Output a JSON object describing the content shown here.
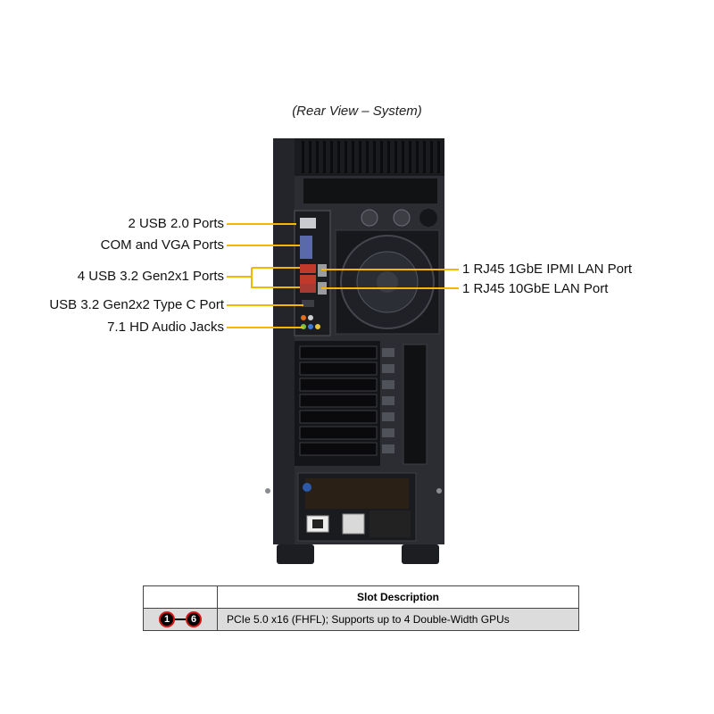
{
  "caption": "(Rear View – System)",
  "callouts_left": [
    {
      "label": "2 USB 2.0 Ports"
    },
    {
      "label": "COM and VGA Ports"
    },
    {
      "label": "4 USB 3.2 Gen2x1  Ports"
    },
    {
      "label": "USB 3.2 Gen2x2  Type  C Port"
    },
    {
      "label": "7.1 HD Audio Jacks"
    }
  ],
  "callouts_right": [
    {
      "label": "1 RJ45  1GbE IPMI  LAN Port"
    },
    {
      "label": "1 RJ45  10GbE LAN Port"
    }
  ],
  "callout_color": "#f2b800",
  "table": {
    "header": "Slot Description",
    "rows": [
      {
        "badge_start": "1",
        "badge_end": "6",
        "description": "PCIe 5.0 x16 (FHFL);  Supports up to 4 Double-Width  GPUs"
      }
    ]
  }
}
